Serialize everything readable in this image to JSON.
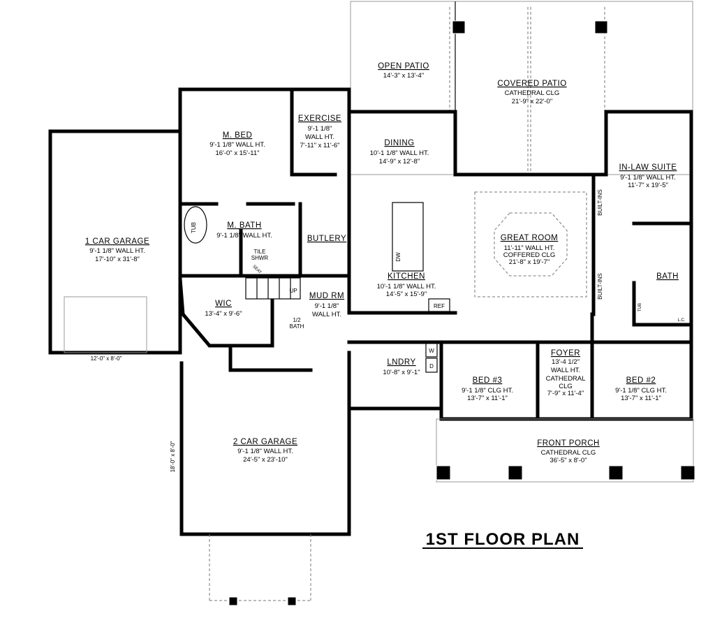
{
  "title": "1ST FLOOR PLAN",
  "rooms": {
    "open_patio": {
      "name": "OPEN PATIO",
      "dims": "14'-3\" x 13'-4\""
    },
    "covered_patio": {
      "name": "COVERED PATIO",
      "ceiling": "CATHEDRAL CLG",
      "dims": "21'-9\" x 22'-0\""
    },
    "exercise": {
      "name": "EXERCISE",
      "line1": "9'-1 1/8\"",
      "line2": "WALL HT.",
      "dims": "7'-11\" x 11'-6\""
    },
    "m_bed": {
      "name": "M. BED",
      "wall": "9'-1 1/8\" WALL HT.",
      "dims": "16'-0\" x 15'-11\""
    },
    "dining": {
      "name": "DINING",
      "wall": "10'-1 1/8\" WALL HT.",
      "dims": "14'-9\" x 12'-8\""
    },
    "in_law_suite": {
      "name": "IN-LAW SUITE",
      "wall": "9'-1 1/8\" WALL HT.",
      "dims": "11'-7\" x 19'-5\""
    },
    "garage_1": {
      "name": "1 CAR GARAGE",
      "wall": "9'-1 1/8\" WALL HT.",
      "dims": "17'-10\" x 31'-8\"",
      "door": "12'-0\" x 8'-0\""
    },
    "m_bath": {
      "name": "M. BATH",
      "wall": "9'-1 1/8\" WALL HT."
    },
    "butlery": {
      "name": "BUTLERY"
    },
    "great_room": {
      "name": "GREAT ROOM",
      "wall": "11'-11\" WALL HT.",
      "ceiling": "COFFERED CLG",
      "dims": "21'-8\" x 19'-7\""
    },
    "kitchen": {
      "name": "KITCHEN",
      "wall": "10'-1 1/8\" WALL HT.",
      "dims": "14'-5\" x 15'-9\""
    },
    "wic": {
      "name": "WIC",
      "dims": "13'-4\" x 9'-6\""
    },
    "mud_rm": {
      "name": "MUD RM",
      "line1": "9'-1 1/8\"",
      "line2": "WALL HT."
    },
    "half_bath": {
      "name1": "1/2",
      "name2": "BATH"
    },
    "bath": {
      "name": "BATH"
    },
    "lndry": {
      "name": "LNDRY",
      "dims": "10'-8\" x 9'-1\""
    },
    "bed_3": {
      "name": "BED #3",
      "wall": "9'-1 1/8\" CLG HT.",
      "dims": "13'-7\" x 11'-1\""
    },
    "foyer": {
      "name": "FOYER",
      "line1": "13'-4 1/2\"",
      "line2": "WALL HT.",
      "line3": "CATHEDRAL",
      "line4": "CLG",
      "dims": "7'-9\" x 11'-4\""
    },
    "bed_2": {
      "name": "BED #2",
      "wall": "9'-1 1/8\" CLG HT.",
      "dims": "13'-7\" x 11'-1\""
    },
    "front_porch": {
      "name": "FRONT PORCH",
      "ceiling": "CATHEDRAL CLG",
      "dims": "36'-5\" x 8'-0\""
    },
    "garage_2": {
      "name": "2 CAR GARAGE",
      "wall": "9'-1 1/8\" WALL HT.",
      "dims": "24'-5\" x 23'-10\"",
      "door": "18'-0\" x 8'-0\""
    }
  },
  "fixtures": {
    "tub": "TUB",
    "tile_shwr_1": "TILE",
    "tile_shwr_2": "SHWR",
    "seat": "SEAT",
    "stairs_up": "UP",
    "dw": "DW",
    "ref": "REF",
    "built_ins": "BUILT-INS",
    "washer": "W",
    "dryer": "D",
    "lc": "L.C.",
    "tub_small": "TUB"
  }
}
